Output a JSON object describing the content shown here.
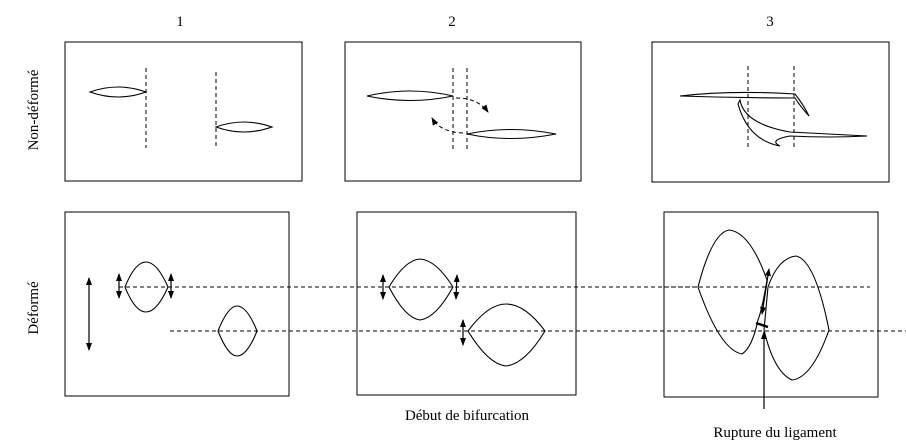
{
  "columns": [
    "1",
    "2",
    "3"
  ],
  "row_labels": {
    "top": "Non-déformé",
    "bottom": "Déformé"
  },
  "annotations": {
    "bifurcation": "Début de bifurcation",
    "ligament": "Rupture du ligament"
  }
}
